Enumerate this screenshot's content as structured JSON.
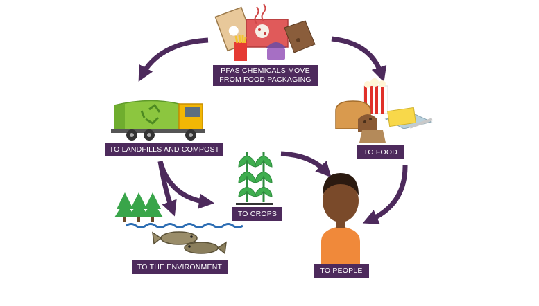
{
  "colors": {
    "label_bg": "#4d2a5c",
    "arrow": "#4d2a5c",
    "truck_green": "#8cc63f",
    "truck_yellow": "#f2b705",
    "tree_green": "#39a54a",
    "skin": "#7a4a2a",
    "shirt": "#f0893a",
    "water": "#2c6db3"
  },
  "labels": {
    "packaging_line1": "PFAS CHEMICALS MOVE",
    "packaging_line2": "FROM FOOD PACKAGING",
    "landfills": "TO LANDFILLS AND COMPOST",
    "food": "TO FOOD",
    "crops": "TO CROPS",
    "environment": "TO THE ENVIRONMENT",
    "people": "TO PEOPLE"
  }
}
